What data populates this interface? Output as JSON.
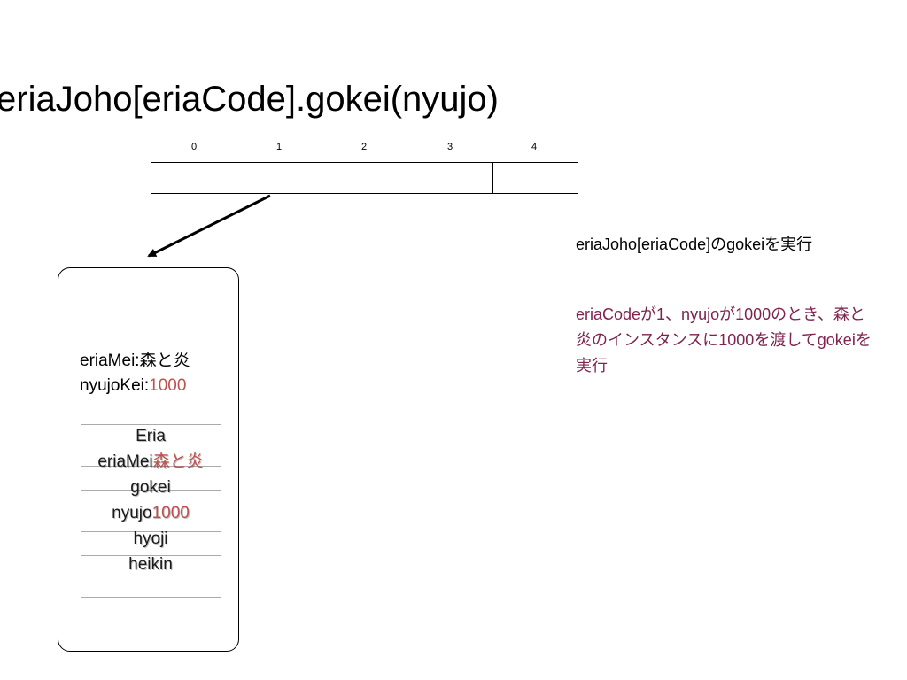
{
  "title": "eriaJoho[eriaCode].gokei(nyujo)",
  "array": {
    "indices": [
      "0",
      "1",
      "2",
      "3",
      "4"
    ]
  },
  "instance": {
    "mei_label": "eriaMei:",
    "mei_value": "森と炎",
    "kei_label": "nyujoKei:",
    "kei_value": "1000"
  },
  "class_box": {
    "name": "Eria",
    "field1_label": "eriaMei",
    "field1_value": "森と炎",
    "method1": "gokei",
    "param_label": "nyujo",
    "param_value": "1000",
    "method2": "hyoji",
    "method3": "heikin"
  },
  "notes": {
    "main": "eriaJoho[eriaCode]のgokeiを実行",
    "sub": "eriaCodeが1、nyujoが1000のとき、森と炎のインスタンスに1000を渡してgokeiを実行"
  },
  "colors": {
    "accent": "#c0504d",
    "note_sub": "#7f2350"
  }
}
